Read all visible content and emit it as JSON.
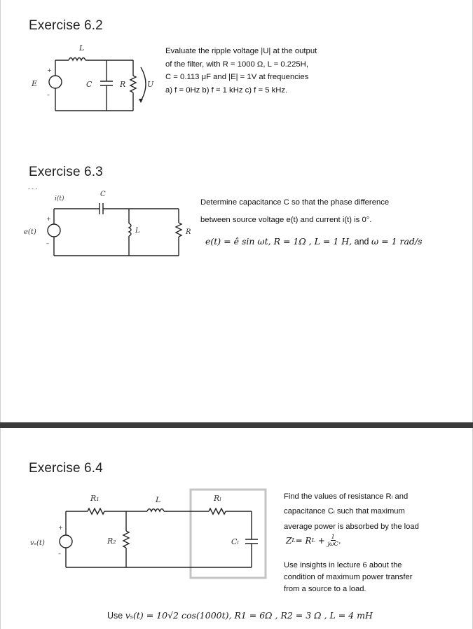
{
  "ex62": {
    "heading": "Exercise 6.2",
    "lines": [
      "Evaluate the ripple voltage |U| at the output",
      "of the filter, with R = 1000 Ω, L = 0.225H,",
      "C = 0.113 μF and |E| = 1V at frequencies",
      "a) f = 0Hz b) f = 1 kHz c) f = 5 kHz."
    ],
    "circuit": {
      "L": "L",
      "E": "E",
      "C": "C",
      "R": "R",
      "U": "U",
      "plus": "+",
      "minus": "–"
    }
  },
  "ex63": {
    "heading": "Exercise 6.3",
    "line1": "Determine capacitance C so that the phase difference",
    "line2": "between source voltage e(t) and current  i(t) is 0°.",
    "eq": "e(t) = ê sin ωt,  R = 1Ω ,  L = 1 H,",
    "eq_and": " and ",
    "eq_tail": "ω = 1 rad/s",
    "circuit": {
      "i": "i(t)",
      "C": "C",
      "e": "e(t)",
      "L": "L",
      "R": "R",
      "plus": "+",
      "minus": "–",
      "dots": "- - -"
    }
  },
  "ex64": {
    "heading": "Exercise 6.4",
    "p1": [
      "Find  the  values  of  resistance  Rₗ  and",
      "capacitance  Cₗ  such  that  maximum",
      "average power is absorbed by the load"
    ],
    "zl_left": "Z",
    "zl_sub": "L",
    "zl_mid": " = R",
    "zl_sub2": "L",
    "zl_plus": " + ",
    "zl_num": "1",
    "zl_den": "jωC",
    "zl_end": " .",
    "p2": [
      "Use  insights  in  lecture  6  about  the",
      "condition  of  maximum  power  transfer",
      "from a source to a load."
    ],
    "use_prefix": "Use ",
    "use_eq": "vₛ(t) = 10√2 cos(1000t), R1 = 6Ω , R2 = 3 Ω ,  L = 4 mH",
    "circuit": {
      "R1": "R₁",
      "L": "L",
      "RL": "Rₗ",
      "vs": "vₛ(t)",
      "R2": "R₂",
      "CL": "Cₗ",
      "plus": "+",
      "minus": "–"
    }
  }
}
